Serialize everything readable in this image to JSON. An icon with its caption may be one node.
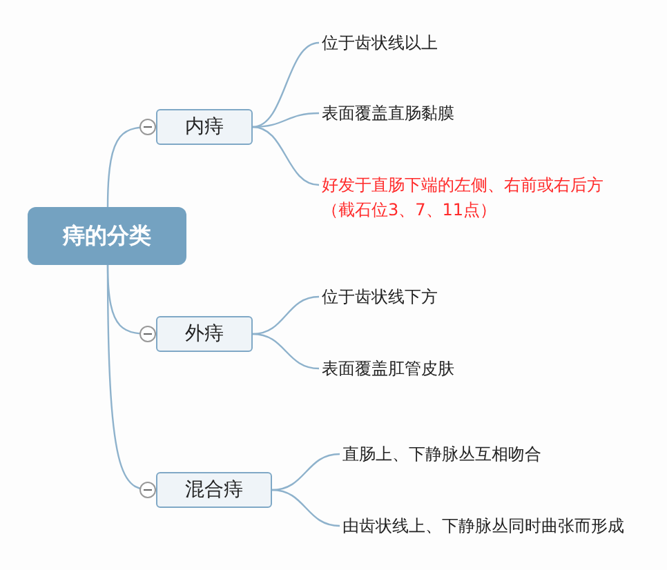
{
  "diagram": {
    "nodes": [
      {
        "text": [
          "痔的分类"
        ]
      },
      {
        "text": [
          "内痔"
        ]
      },
      {
        "text": [
          "位于齿状线以上"
        ]
      },
      {
        "text": [
          "表面覆盖直肠黏膜"
        ]
      },
      {
        "text": [
          "好发于直肠下端的左侧、右前或右后方（截石位3、7、11点）"
        ]
      },
      {
        "text": [
          "外痔"
        ]
      },
      {
        "text": [
          "位于齿状线下方"
        ]
      },
      {
        "text": [
          "表面覆盖肛管皮肤"
        ]
      },
      {
        "text": [
          "混合痔"
        ]
      },
      {
        "text": [
          "直肠上、下静脉丛互相吻合"
        ]
      },
      {
        "text": [
          "由齿状线上、下静脉丛同时曲张而形成"
        ]
      }
    ],
    "edges": [
      {
        "from": 0,
        "to": 1,
        "arrow": "none"
      },
      {
        "from": 1,
        "to": 2,
        "arrow": "none"
      },
      {
        "from": 1,
        "to": 3,
        "arrow": "none"
      },
      {
        "from": 1,
        "to": 4,
        "arrow": "none"
      },
      {
        "from": 0,
        "to": 5,
        "arrow": "none"
      },
      {
        "from": 5,
        "to": 6,
        "arrow": "none"
      },
      {
        "from": 5,
        "to": 7,
        "arrow": "none"
      },
      {
        "from": 0,
        "to": 8,
        "arrow": "none"
      },
      {
        "from": 8,
        "to": 9,
        "arrow": "none"
      },
      {
        "from": 8,
        "to": 10,
        "arrow": "none"
      }
    ]
  }
}
